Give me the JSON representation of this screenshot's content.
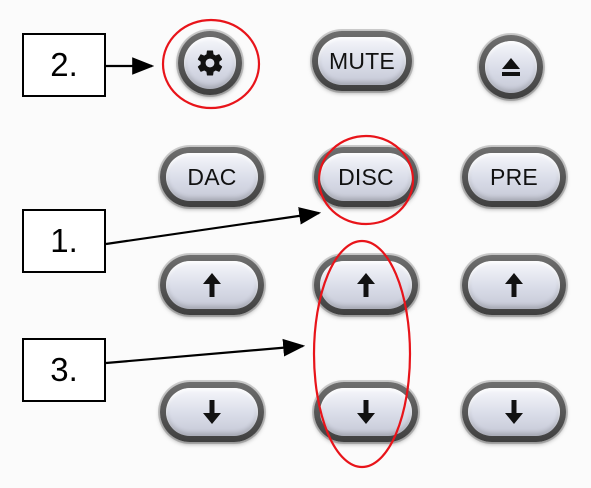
{
  "labels": {
    "one": "1.",
    "two": "2.",
    "three": "3."
  },
  "buttons": {
    "settings_icon": "gear-icon",
    "mute": "MUTE",
    "eject_icon": "eject-icon",
    "dac": "DAC",
    "disc": "DISC",
    "pre": "PRE",
    "up_icon": "arrow-up-icon",
    "down_icon": "arrow-down-icon"
  },
  "colors": {
    "highlight": "#e8141a",
    "arrow": "#000000",
    "button_rim": "#4a4a4a",
    "button_face": "#dcdfe9"
  }
}
